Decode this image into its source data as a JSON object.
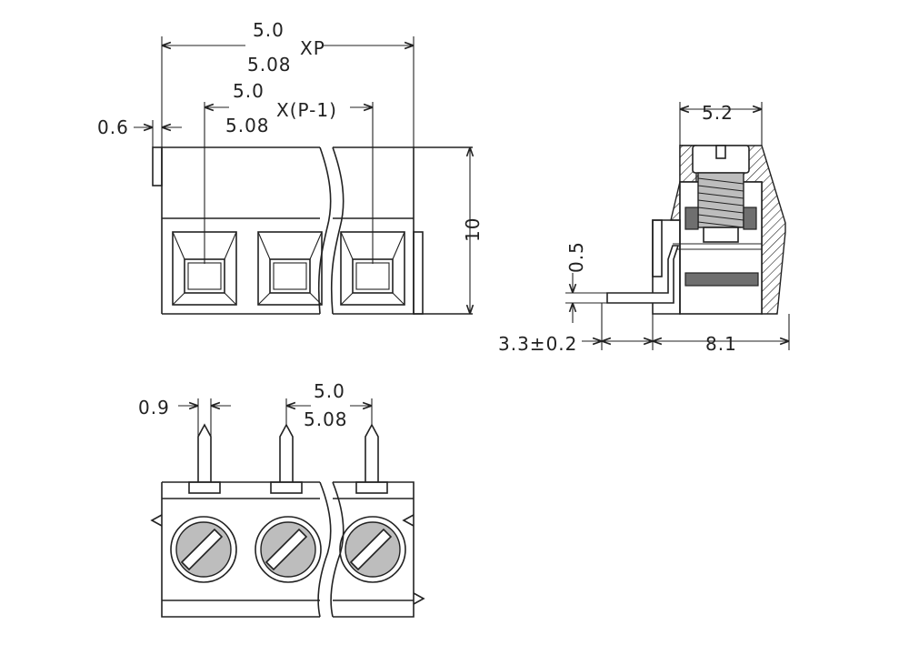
{
  "colors": {
    "line": "#222222",
    "background": "#ffffff",
    "fill": "#bdbdbd",
    "dark_fill": "#6f6f6f"
  },
  "front_view": {
    "pitch_top": "5.0",
    "pitch_bottom": "5.08",
    "pitch_suffix": "XP",
    "inner_top": "5.0",
    "inner_bottom": "5.08",
    "inner_suffix": "X(P-1)",
    "tab": "0.6",
    "height": "10"
  },
  "side_view": {
    "width_top": "5.2",
    "pin_thickness": "0.5",
    "pin_offset": "3.3±0.2",
    "depth": "8.1"
  },
  "top_view": {
    "pin_width": "0.9",
    "pitch_top": "5.0",
    "pitch_bottom": "5.08"
  }
}
